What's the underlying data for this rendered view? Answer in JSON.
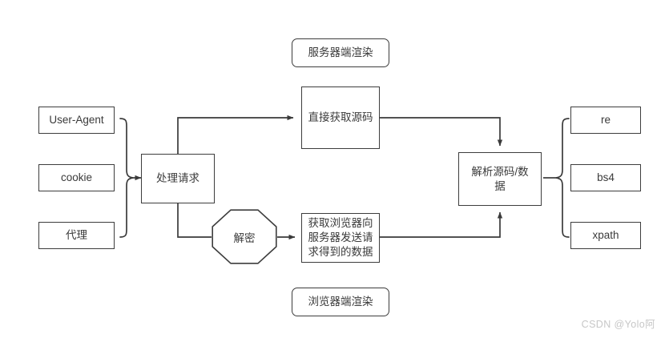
{
  "diagram": {
    "title_top": "服务器端渲染",
    "title_bottom": "浏览器端渲染",
    "watermark": "CSDN @Yolo阿",
    "colors": {
      "stroke": "#3d3d3d",
      "line": "#3a3a3a",
      "background": "#ffffff",
      "text": "#3a3a3a",
      "watermark": "#c7c7c7"
    },
    "nodes": {
      "user_agent": "User-Agent",
      "cookie": "cookie",
      "proxy": "代理",
      "handle_request": "处理请求",
      "direct_source": "直接获取源码",
      "decrypt": "解密",
      "browser_data": "获取浏览器向\n服务器发送请\n求得到的数据",
      "parse": "解析源码/数\n据",
      "re": "re",
      "bs4": "bs4",
      "xpath": "xpath"
    },
    "groups": {
      "left_brace_members": [
        "User-Agent",
        "cookie",
        "代理"
      ],
      "left_brace_target": "处理请求",
      "right_brace_members": [
        "re",
        "bs4",
        "xpath"
      ],
      "right_brace_target": "解析源码/数据"
    },
    "edges": [
      {
        "from": "处理请求",
        "to": "直接获取源码",
        "label": ""
      },
      {
        "from": "直接获取源码",
        "to": "解析源码/数据",
        "label": ""
      },
      {
        "from": "处理请求",
        "to": "解密",
        "label": ""
      },
      {
        "from": "解密",
        "to": "获取浏览器向服务器发送请求得到的数据",
        "label": ""
      },
      {
        "from": "获取浏览器向服务器发送请求得到的数据",
        "to": "解析源码/数据",
        "label": ""
      }
    ]
  }
}
